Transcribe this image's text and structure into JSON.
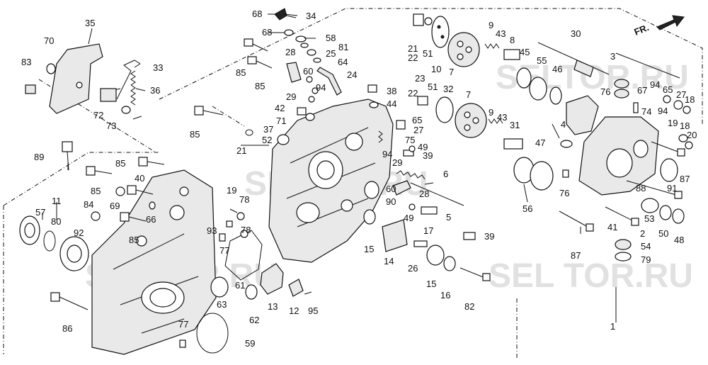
{
  "diagram": {
    "front_arrow_label": "FR.",
    "watermarks": [
      "SELTORRU",
      "SELTOR.RU",
      "SELTOR.RU",
      "SEL TOR.RU"
    ],
    "callouts": [
      {
        "id": "c1",
        "text": "68"
      },
      {
        "id": "c2",
        "text": "34"
      },
      {
        "id": "c3",
        "text": "68"
      },
      {
        "id": "c4",
        "text": "58"
      },
      {
        "id": "c5",
        "text": "81"
      },
      {
        "id": "c6",
        "text": "25"
      },
      {
        "id": "c7",
        "text": "64"
      },
      {
        "id": "c8",
        "text": "28"
      },
      {
        "id": "c9",
        "text": "60"
      },
      {
        "id": "c10",
        "text": "24"
      },
      {
        "id": "c11",
        "text": "94"
      },
      {
        "id": "c12",
        "text": "29"
      },
      {
        "id": "c13",
        "text": "42"
      },
      {
        "id": "c14",
        "text": "71"
      },
      {
        "id": "c15",
        "text": "37"
      },
      {
        "id": "c16",
        "text": "52"
      },
      {
        "id": "c17",
        "text": "21"
      },
      {
        "id": "c18",
        "text": "85"
      },
      {
        "id": "c19",
        "text": "85"
      },
      {
        "id": "c20",
        "text": "35"
      },
      {
        "id": "c21",
        "text": "70"
      },
      {
        "id": "c22",
        "text": "83"
      },
      {
        "id": "c23",
        "text": "33"
      },
      {
        "id": "c24",
        "text": "36"
      },
      {
        "id": "c25",
        "text": "72"
      },
      {
        "id": "c26",
        "text": "73"
      },
      {
        "id": "c27",
        "text": "85"
      },
      {
        "id": "c28",
        "text": "89"
      },
      {
        "id": "c29",
        "text": "85"
      },
      {
        "id": "c30",
        "text": "40"
      },
      {
        "id": "c31",
        "text": "85"
      },
      {
        "id": "c32",
        "text": "69"
      },
      {
        "id": "c33",
        "text": "84"
      },
      {
        "id": "c34",
        "text": "66"
      },
      {
        "id": "c35",
        "text": "85"
      },
      {
        "id": "c36",
        "text": "11"
      },
      {
        "id": "c37",
        "text": "57"
      },
      {
        "id": "c38",
        "text": "80"
      },
      {
        "id": "c39",
        "text": "92"
      },
      {
        "id": "c40",
        "text": "19"
      },
      {
        "id": "c41",
        "text": "78"
      },
      {
        "id": "c42",
        "text": "93"
      },
      {
        "id": "c43",
        "text": "78"
      },
      {
        "id": "c44",
        "text": "77"
      },
      {
        "id": "c45",
        "text": "86"
      },
      {
        "id": "c46",
        "text": "63"
      },
      {
        "id": "c47",
        "text": "61"
      },
      {
        "id": "c48",
        "text": "62"
      },
      {
        "id": "c49",
        "text": "13"
      },
      {
        "id": "c50",
        "text": "12"
      },
      {
        "id": "c51",
        "text": "95"
      },
      {
        "id": "c52",
        "text": "77"
      },
      {
        "id": "c53",
        "text": "59"
      },
      {
        "id": "c54",
        "text": "21"
      },
      {
        "id": "c55",
        "text": "22"
      },
      {
        "id": "c56",
        "text": "51"
      },
      {
        "id": "c57",
        "text": "10"
      },
      {
        "id": "c58",
        "text": "9"
      },
      {
        "id": "c59",
        "text": "43"
      },
      {
        "id": "c60",
        "text": "8"
      },
      {
        "id": "c61",
        "text": "7"
      },
      {
        "id": "c62",
        "text": "23"
      },
      {
        "id": "c63",
        "text": "22"
      },
      {
        "id": "c64",
        "text": "51"
      },
      {
        "id": "c65",
        "text": "32"
      },
      {
        "id": "c66",
        "text": "7"
      },
      {
        "id": "c67",
        "text": "38"
      },
      {
        "id": "c68",
        "text": "44"
      },
      {
        "id": "c69",
        "text": "65"
      },
      {
        "id": "c70",
        "text": "27"
      },
      {
        "id": "c71",
        "text": "75"
      },
      {
        "id": "c72",
        "text": "49"
      },
      {
        "id": "c73",
        "text": "94"
      },
      {
        "id": "c74",
        "text": "39"
      },
      {
        "id": "c75",
        "text": "29"
      },
      {
        "id": "c76",
        "text": "6"
      },
      {
        "id": "c77",
        "text": "60"
      },
      {
        "id": "c78",
        "text": "28"
      },
      {
        "id": "c79",
        "text": "90"
      },
      {
        "id": "c80",
        "text": "5"
      },
      {
        "id": "c81",
        "text": "49"
      },
      {
        "id": "c82",
        "text": "17"
      },
      {
        "id": "c83",
        "text": "15"
      },
      {
        "id": "c84",
        "text": "14"
      },
      {
        "id": "c85",
        "text": "26"
      },
      {
        "id": "c86",
        "text": "15"
      },
      {
        "id": "c87",
        "text": "16"
      },
      {
        "id": "c88",
        "text": "82"
      },
      {
        "id": "c89",
        "text": "39"
      },
      {
        "id": "c90",
        "text": "9"
      },
      {
        "id": "c91",
        "text": "43"
      },
      {
        "id": "c92",
        "text": "31"
      },
      {
        "id": "c93",
        "text": "45"
      },
      {
        "id": "c94",
        "text": "55"
      },
      {
        "id": "c95",
        "text": "46"
      },
      {
        "id": "c96",
        "text": "30"
      },
      {
        "id": "c97",
        "text": "3"
      },
      {
        "id": "c98",
        "text": "76"
      },
      {
        "id": "c99",
        "text": "67"
      },
      {
        "id": "c100",
        "text": "74"
      },
      {
        "id": "c101",
        "text": "4"
      },
      {
        "id": "c102",
        "text": "47"
      },
      {
        "id": "c103",
        "text": "56"
      },
      {
        "id": "c104",
        "text": "76"
      },
      {
        "id": "c105",
        "text": "94"
      },
      {
        "id": "c106",
        "text": "65"
      },
      {
        "id": "c107",
        "text": "27"
      },
      {
        "id": "c108",
        "text": "18"
      },
      {
        "id": "c109",
        "text": "94"
      },
      {
        "id": "c110",
        "text": "19"
      },
      {
        "id": "c111",
        "text": "18"
      },
      {
        "id": "c112",
        "text": "20"
      },
      {
        "id": "c113",
        "text": "87"
      },
      {
        "id": "c114",
        "text": "88"
      },
      {
        "id": "c115",
        "text": "91"
      },
      {
        "id": "c116",
        "text": "41"
      },
      {
        "id": "c117",
        "text": "53"
      },
      {
        "id": "c118",
        "text": "2"
      },
      {
        "id": "c119",
        "text": "50"
      },
      {
        "id": "c120",
        "text": "48"
      },
      {
        "id": "c121",
        "text": "54"
      },
      {
        "id": "c122",
        "text": "79"
      },
      {
        "id": "c123",
        "text": "87"
      },
      {
        "id": "c124",
        "text": "1"
      }
    ]
  }
}
